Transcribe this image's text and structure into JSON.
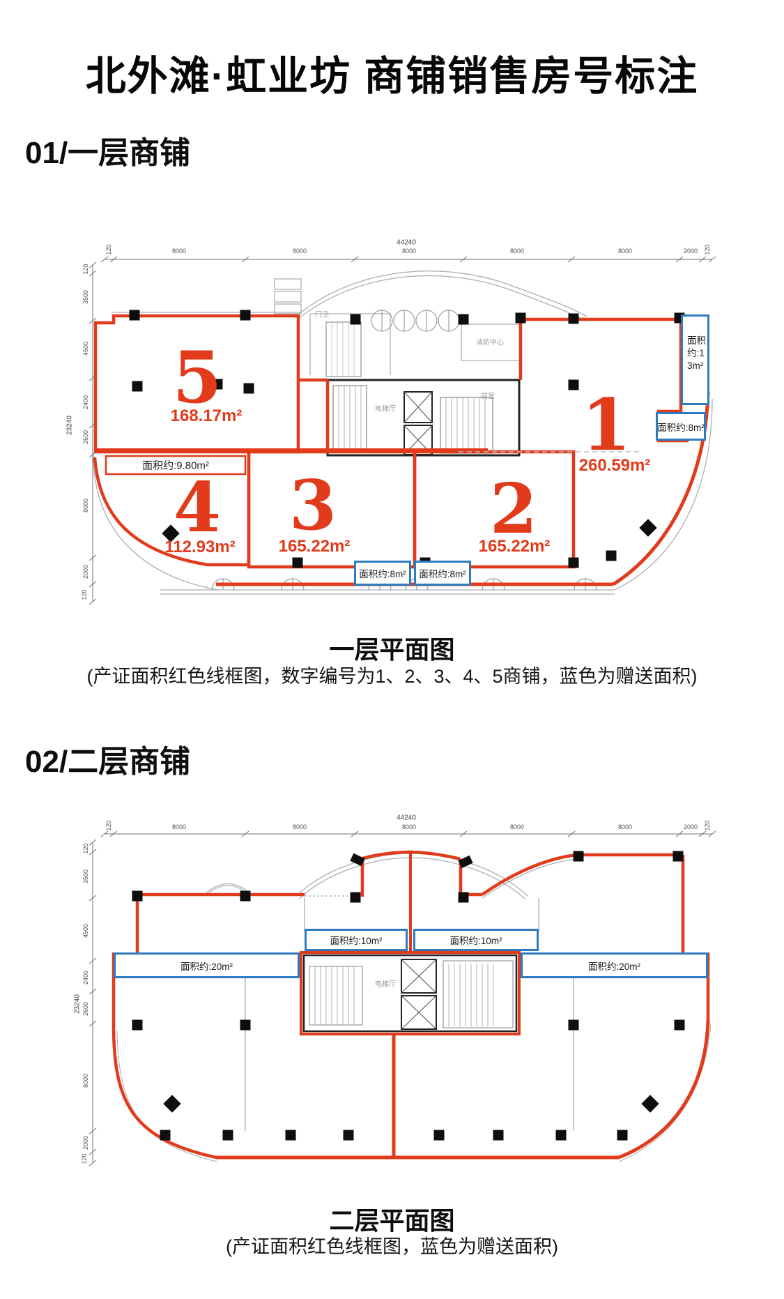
{
  "title": "北外滩·虹业坊 商铺销售房号标注",
  "colors": {
    "unit_outline_red": "#e23b1c",
    "bonus_blue": "#2e7bc0"
  },
  "floor1": {
    "heading": "01/一层商铺",
    "caption": "一层平面图",
    "note": "(产证面积红色线框图，数字编号为1、2、3、4、5商铺，蓝色为赠送面积)",
    "units": [
      {
        "no": "1",
        "area": "260.59m²"
      },
      {
        "no": "2",
        "area": "165.22m²"
      },
      {
        "no": "3",
        "area": "165.22m²"
      },
      {
        "no": "4",
        "area": "112.93m²"
      },
      {
        "no": "5",
        "area": "168.17m²"
      }
    ],
    "bonus": {
      "corridor": "面积约:9.80m²",
      "strip": "面积约:13m²",
      "small8": "面积约:8m²"
    },
    "rooms": {
      "guard": "门卫",
      "fire": "消防中心",
      "lift": "电梯厅",
      "front": "前室"
    },
    "dims": {
      "top_total": "44240",
      "top": [
        "120",
        "8000",
        "8000",
        "8000",
        "8000",
        "8000",
        "2000",
        "120"
      ],
      "left_total": "23240",
      "left": [
        "120",
        "3500",
        "4500",
        "2400",
        "2600",
        "8000",
        "2000",
        "120"
      ]
    }
  },
  "floor2": {
    "heading": "02/二层商铺",
    "caption": "二层平面图",
    "note": "(产证面积红色线框图，蓝色为赠送面积)",
    "bonus": {
      "b20": "面积约:20m²",
      "b10": "面积约:10m²"
    },
    "rooms": {
      "lift": "电梯厅"
    },
    "dims": {
      "top_total": "44240",
      "top": [
        "120",
        "8000",
        "8000",
        "8000",
        "8000",
        "8000",
        "2000",
        "120"
      ],
      "left_total": "23240",
      "left": [
        "120",
        "3500",
        "4500",
        "2400",
        "2600",
        "8000",
        "2000",
        "120"
      ]
    }
  }
}
